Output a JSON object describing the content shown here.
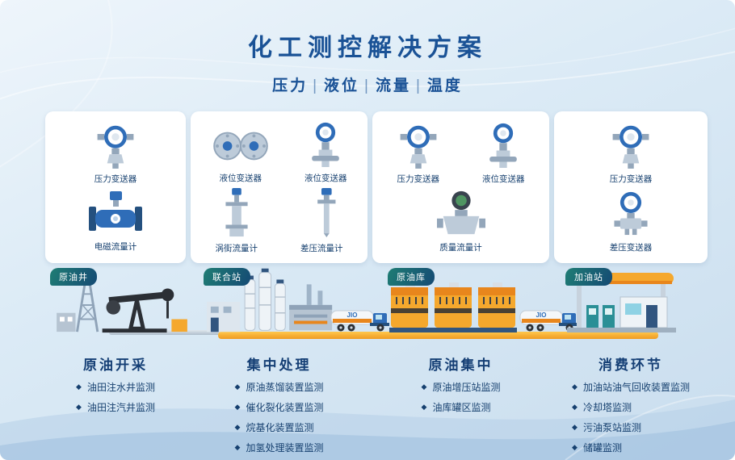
{
  "header": {
    "title": "化工测控解决方案",
    "subtitle": [
      "压力",
      "液位",
      "流量",
      "温度"
    ],
    "divider": "|"
  },
  "cards": [
    {
      "items": [
        {
          "label": "压力变送器",
          "icon": "pressure-transmitter"
        },
        {
          "label": "电磁流量计",
          "icon": "electromagnetic-flowmeter"
        }
      ]
    },
    {
      "items": [
        {
          "label": "液位变送器",
          "icon": "level-transmitter-flanges"
        },
        {
          "label": "液位变送器",
          "icon": "level-transmitter"
        },
        {
          "label": "涡街流量计",
          "icon": "vortex-flowmeter"
        },
        {
          "label": "差压流量计",
          "icon": "dp-flowmeter"
        }
      ]
    },
    {
      "items": [
        {
          "label": "压力变送器",
          "icon": "pressure-transmitter"
        },
        {
          "label": "液位变送器",
          "icon": "level-transmitter"
        },
        {
          "label": "质量流量计",
          "icon": "mass-flowmeter"
        }
      ]
    },
    {
      "items": [
        {
          "label": "压力变送器",
          "icon": "pressure-transmitter"
        },
        {
          "label": "差压变送器",
          "icon": "dp-transmitter"
        }
      ]
    }
  ],
  "flow": {
    "truck_label": "JIO",
    "stations": [
      {
        "badge": "原油井"
      },
      {
        "badge": "联合站"
      },
      {
        "badge": "原油库"
      },
      {
        "badge": "加油站"
      }
    ]
  },
  "sections": [
    {
      "title": "原油开采",
      "bullets": [
        "油田注水井监测",
        "油田注汽井监测"
      ]
    },
    {
      "title": "集中处理",
      "bullets": [
        "原油蒸馏装置监测",
        "催化裂化装置监测",
        "烷基化装置监测",
        "加氢处理装置监测"
      ]
    },
    {
      "title": "原油集中",
      "bullets": [
        "原油增压站监测",
        "油库罐区监测"
      ]
    },
    {
      "title": "消费环节",
      "bullets": [
        "加油站油气回收装置监测",
        "冷却塔监测",
        "污油泵站监测",
        "储罐监测"
      ]
    }
  ],
  "ui": {
    "bullet_glyph": "◆"
  },
  "colors": {
    "title_blue": "#1a5296",
    "text_navy": "#16406f",
    "badge_teal": "#1f7d74",
    "badge_navy": "#154a74",
    "pipeline_yellow": "#f5a82d",
    "card_bg": "#ffffff"
  }
}
